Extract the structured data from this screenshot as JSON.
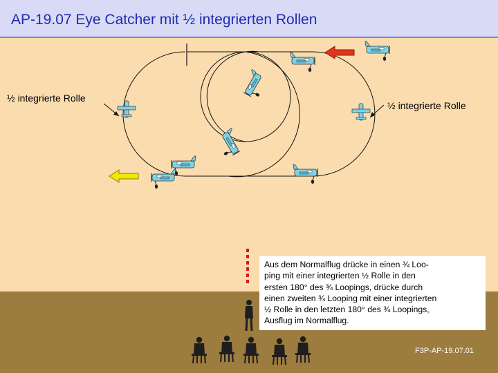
{
  "title": "AP-19.07 Eye Catcher mit ½ integrierten Rollen",
  "labels": {
    "left_roll": "½ integrierte Rolle",
    "right_roll": "½ integrierte Rolle"
  },
  "description": {
    "lines": [
      "Aus dem Normalflug drücke in einen ¾ Loo-",
      "ping mit einer integrierten ½ Rolle in den",
      "ersten 180° des ¾ Loopings, drücke durch",
      "einen zweiten ¾ Looping mit einer integrierten",
      "½ Rolle in den letzten 180° des ¾ Loopings,",
      "Ausflug im Normalflug."
    ]
  },
  "code": "F3P-AP-19.07.01",
  "colors": {
    "background": "#fbdcaf",
    "ground": "#9d7c3f",
    "title_bar": "#d8daf6",
    "title_text": "#1f2bb0",
    "plane_body": "#7fd3e6",
    "entry_arrow": "#e2351f",
    "exit_arrow": "#f3e600",
    "center_marker": "#d21b1b"
  },
  "icons": {
    "entry_arrow": "red-left-arrow-icon",
    "exit_arrow": "yellow-left-arrow-icon",
    "aircraft": "airplane-icon",
    "spectators": "spectator-silhouette-icon",
    "pilot": "pilot-silhouette-icon"
  }
}
